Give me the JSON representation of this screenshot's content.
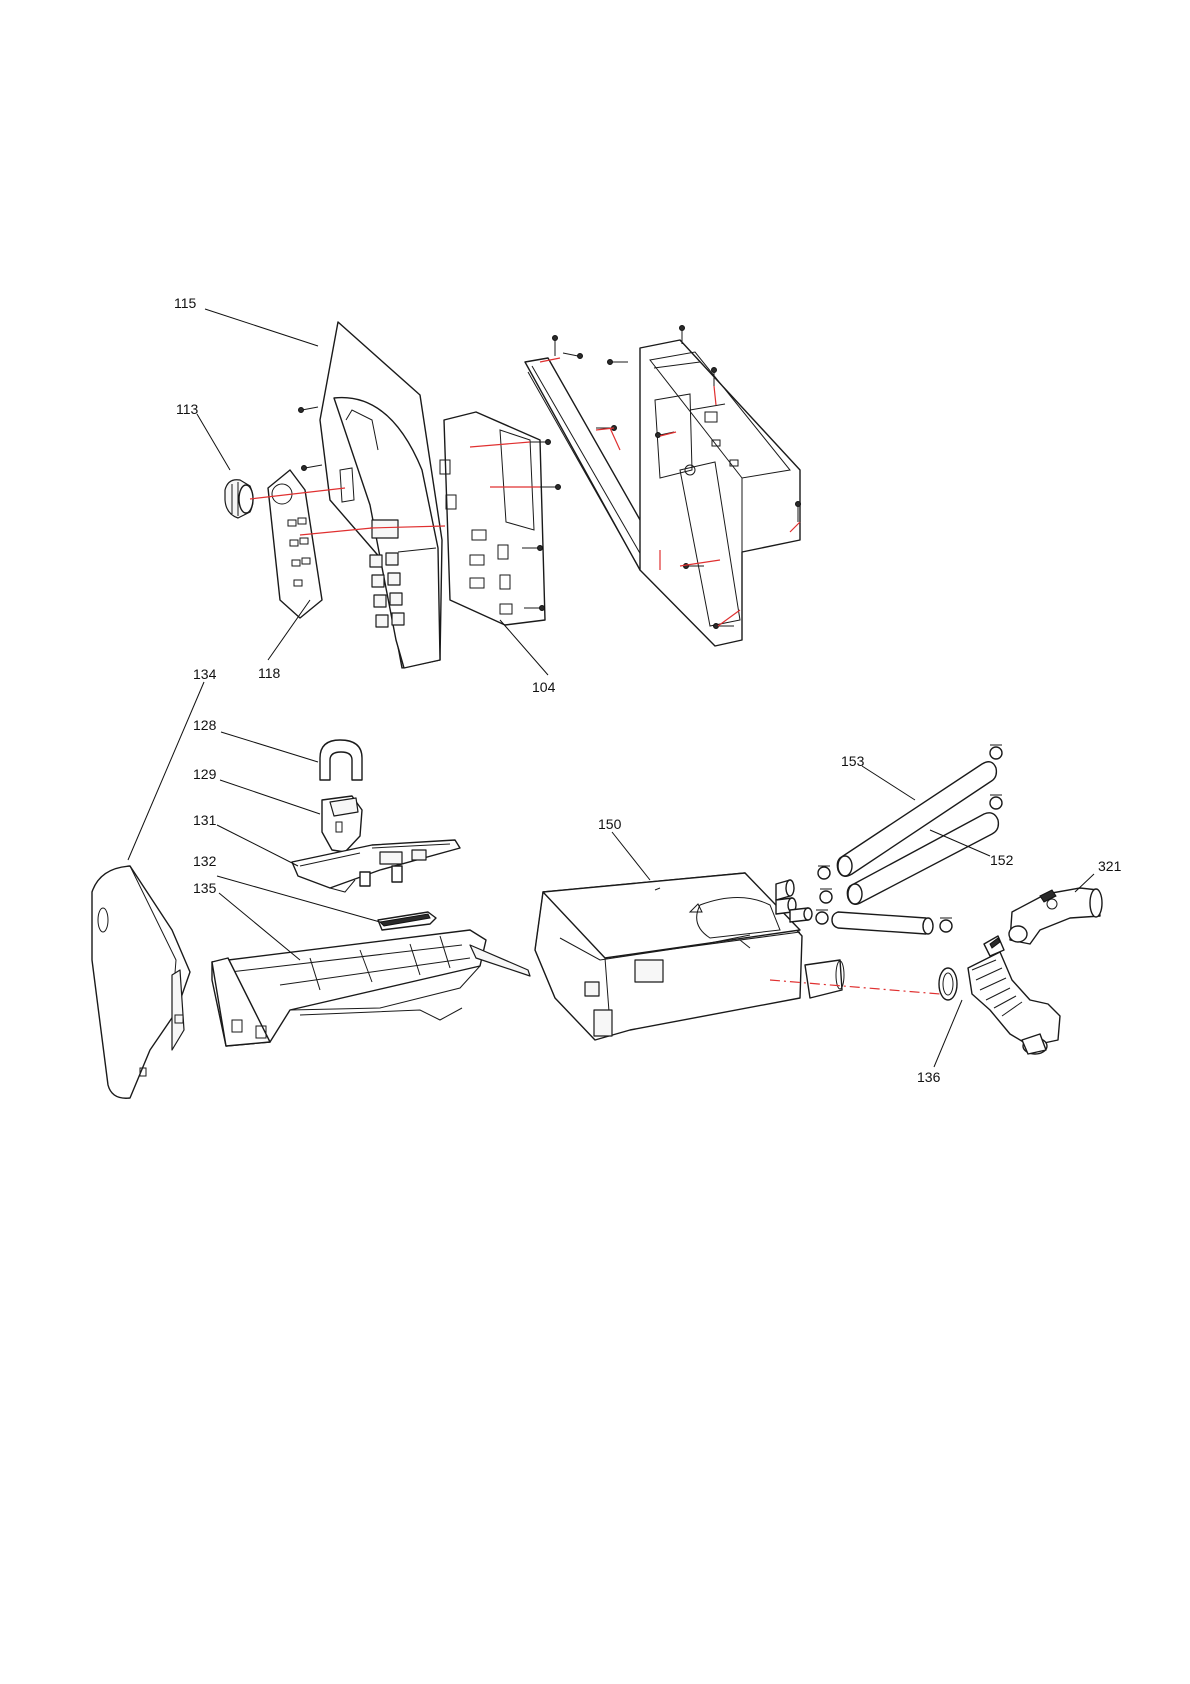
{
  "callouts": {
    "c115": "115",
    "c113": "113",
    "c118": "118",
    "c104": "104",
    "c134": "134",
    "c128": "128",
    "c129": "129",
    "c131": "131",
    "c132": "132",
    "c135": "135",
    "c150": "150",
    "c153": "153",
    "c152": "152",
    "c321": "321",
    "c136": "136"
  },
  "colors": {
    "assembly_line": "#e03030",
    "outline": "#1a1a1a",
    "background": "#ffffff"
  }
}
